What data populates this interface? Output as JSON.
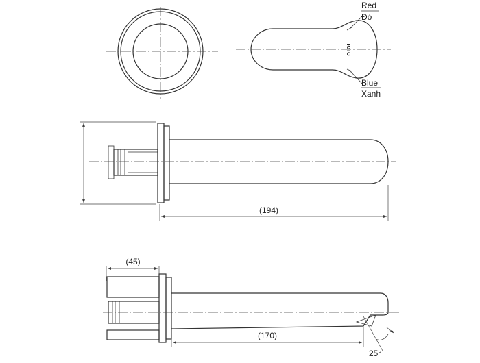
{
  "labels": {
    "red": "Red",
    "red_vi": "Đỏ",
    "blue": "Blue",
    "blue_vi": "Xanh",
    "brand": "TOTO"
  },
  "dimensions": {
    "length_top": "(194)",
    "depth": "(45)",
    "length_side": "(170)",
    "angle": "25°"
  }
}
